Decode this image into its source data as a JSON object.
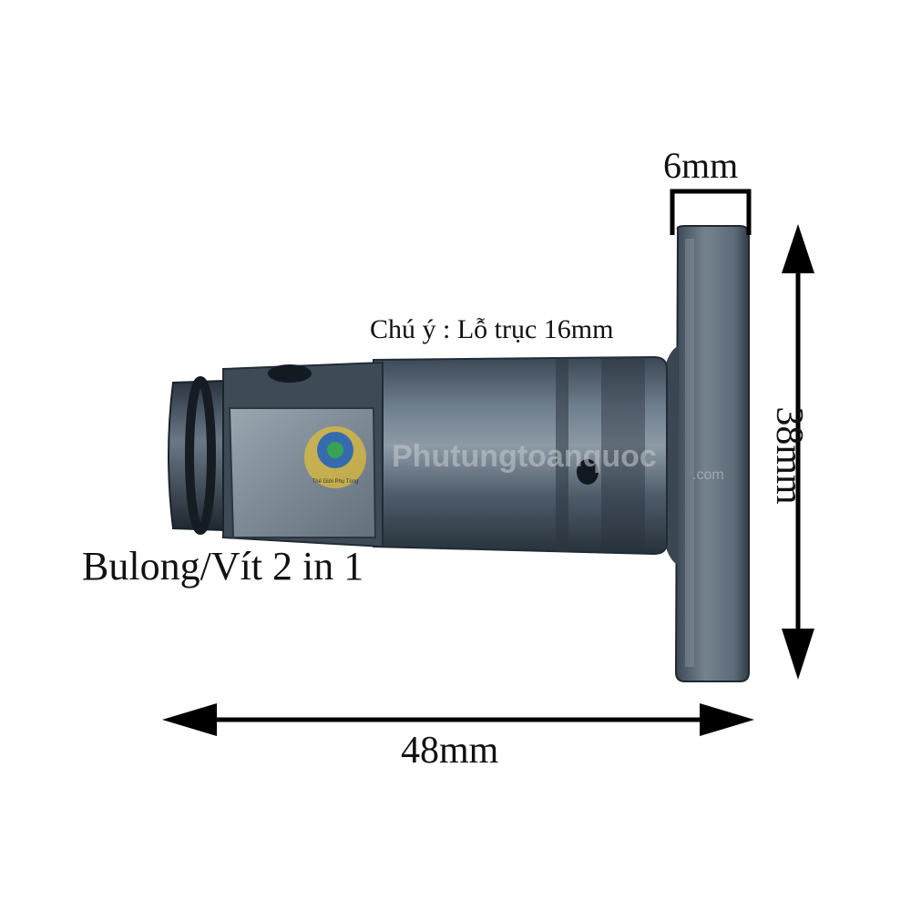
{
  "product": {
    "note": "Chú ý : Lỗ trục 16mm",
    "type_label": "Bulong/Vít 2 in 1"
  },
  "dimensions": {
    "flange_thickness": "6mm",
    "flange_height": "38mm",
    "total_length": "48mm"
  },
  "watermark": {
    "site_text": "Phutungtoanquoc",
    "site_suffix": ".com",
    "logo_caption": "Thế Giới Phụ Tùng"
  },
  "colors": {
    "steel_dark": "#2f3b47",
    "steel_mid": "#5b6a78",
    "steel_light": "#8c9aa6",
    "arrow": "#000000",
    "logo_gold": "#e9c232",
    "logo_blue": "#2b66b5",
    "logo_green": "#2aa84a"
  }
}
